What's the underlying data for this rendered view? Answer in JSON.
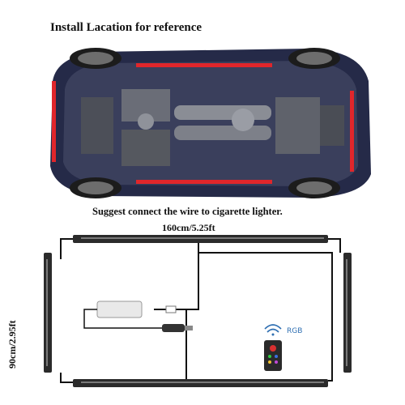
{
  "title": "Install Lacation for reference",
  "suggestion": "Suggest connect the wire to cigarette lighter.",
  "length_horizontal": "160cm/5.25ft",
  "length_vertical": "90cm/2.95ft",
  "remote_label": "RGB",
  "colors": {
    "strip_red": "#e0262b",
    "car_body": "#252a48",
    "wire": "#111111",
    "led_strip": "#2b2b2b"
  }
}
